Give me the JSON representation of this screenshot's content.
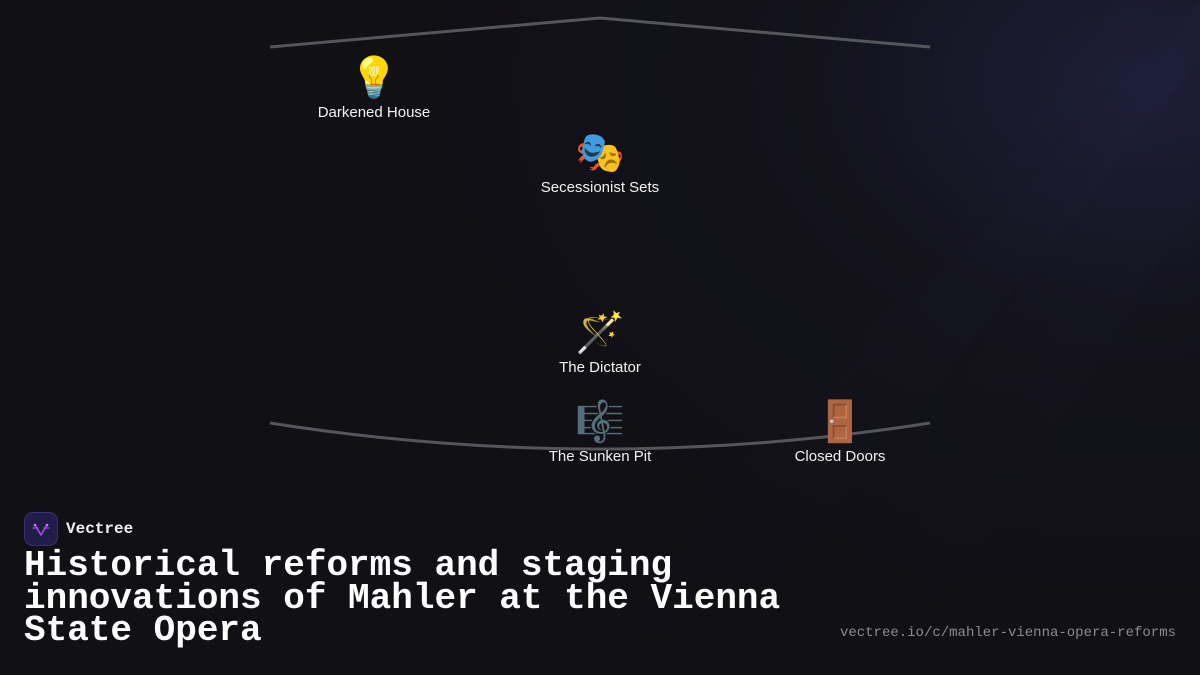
{
  "diagram": {
    "nodes": [
      {
        "id": "darkened-house",
        "icon": "💡",
        "icon_name": "lightbulb-icon",
        "label": "Darkened House"
      },
      {
        "id": "secessionist-sets",
        "icon": "🎭",
        "icon_name": "theater-masks-icon",
        "label": "Secessionist Sets"
      },
      {
        "id": "the-dictator",
        "icon": "🪄",
        "icon_name": "magic-wand-icon",
        "label": "The Dictator"
      },
      {
        "id": "the-sunken-pit",
        "icon": "🎼",
        "icon_name": "musical-score-icon",
        "label": "The Sunken Pit"
      },
      {
        "id": "closed-doors",
        "icon": "🚪",
        "icon_name": "door-icon",
        "label": "Closed Doors"
      }
    ]
  },
  "brand": {
    "name": "Vectree"
  },
  "title": "Historical reforms and staging innovations of Mahler at the Vienna State Opera",
  "url": "vectree.io/c/mahler-vienna-opera-reforms",
  "colors": {
    "background": "#111015",
    "outline": "#55555c",
    "text": "#ffffff",
    "url_text": "#8a8a92",
    "logo_bg": "#221c48",
    "logo_accent": "#a64ee0"
  }
}
